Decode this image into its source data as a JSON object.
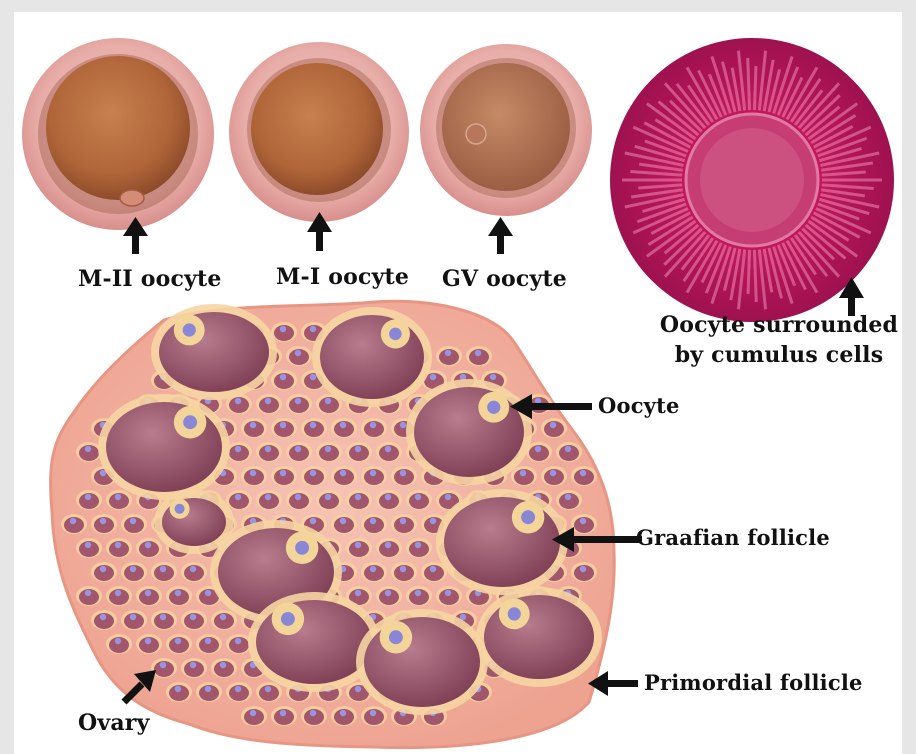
{
  "labels": {
    "mii_oocyte": "M-II oocyte",
    "mi_oocyte": "M-I oocyte",
    "gv_oocyte": "GV oocyte",
    "cumulus_line1": "Oocyte surrounded",
    "cumulus_line2": "by cumulus cells",
    "oocyte": "Oocyte",
    "graafian": "Graafian follicle",
    "primordial": "Primordial follicle",
    "ovary": "Ovary"
  },
  "icons": {
    "arrow": "black-arrow",
    "cell": "oocyte-cell",
    "follicle": "follicle-shape"
  },
  "colors": {
    "background": "#e6e6e6",
    "panel": "#ffffff",
    "ovary_tissue": "#f1b1a2",
    "follicle_body": "#9c5a6e",
    "granulosa": "#f3d59a",
    "oocyte_nucleus": "#8a86d6",
    "cumulus": "#c2185b",
    "oocyte_cytoplasm": "#b56a45",
    "zona": "#e0a49e"
  }
}
